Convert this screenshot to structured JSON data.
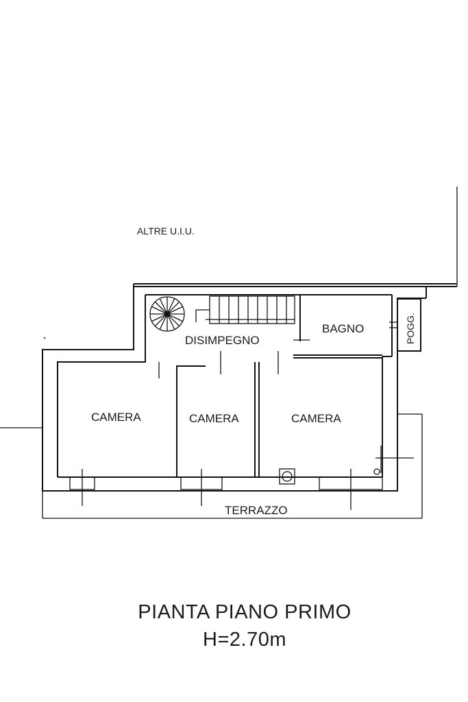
{
  "plan": {
    "labels": {
      "altre": "ALTRE U.I.U.",
      "disimpegno": "DISIMPEGNO",
      "bagno": "BAGNO",
      "pogg": "POGG.",
      "camera_1": "CAMERA",
      "camera_2": "CAMERA",
      "camera_3": "CAMERA",
      "terrazzo": "TERRAZZO"
    },
    "title": "PIANTA PIANO PRIMO",
    "height": "H=2.70m"
  }
}
